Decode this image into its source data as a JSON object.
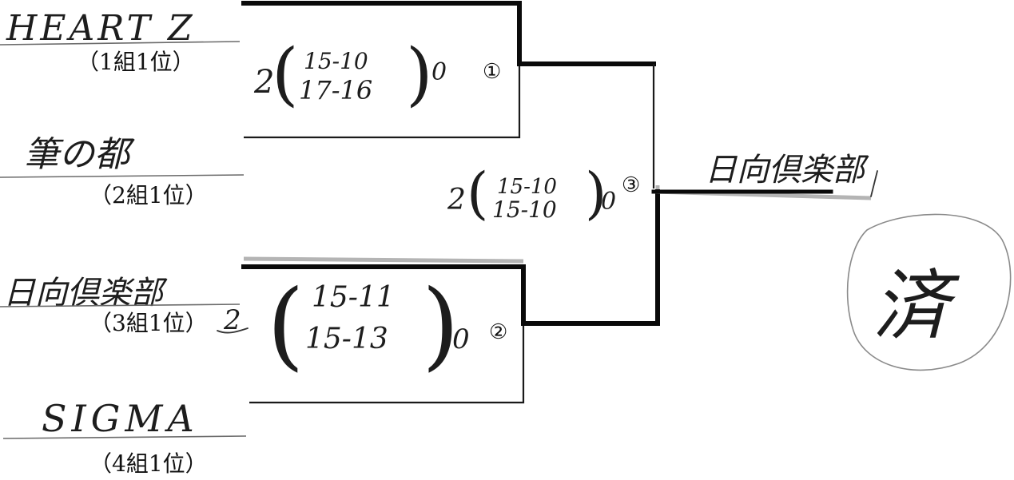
{
  "teams": [
    {
      "name": "HEART Z",
      "group": "（1組1位）"
    },
    {
      "name": "筆の都",
      "group": "（2組1位）"
    },
    {
      "name": "日向倶楽部",
      "group": "（3組1位）"
    },
    {
      "name": "SIGMA",
      "group": "（4組1位）"
    }
  ],
  "matches": [
    {
      "number": "①",
      "winner_sets": "2",
      "loser_sets": "0",
      "set1": "15-10",
      "set2": "17-16"
    },
    {
      "number": "②",
      "winner_sets": "2",
      "loser_sets": "0",
      "set1": "15-11",
      "set2": "15-13"
    },
    {
      "number": "③",
      "winner_sets": "2",
      "loser_sets": "0",
      "set1": "15-10",
      "set2": "15-10"
    }
  ],
  "champion": "日向倶楽部",
  "seal": "済",
  "colors": {
    "ink": "#0a0a0a",
    "pencil": "#b4b4b4",
    "rule": "#6a6a6a"
  }
}
